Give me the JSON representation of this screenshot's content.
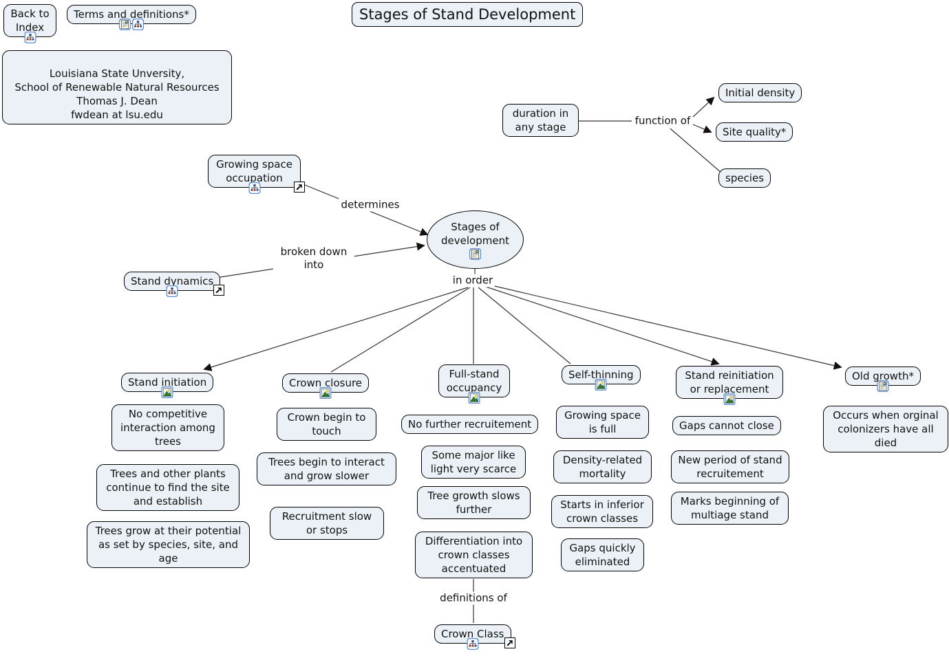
{
  "page": {
    "background": "#ffffff",
    "node_fill": "#ebf1f6",
    "line_color": "#333333",
    "title": "Stages of Stand Development"
  },
  "nodes": {
    "back_to_index": {
      "label": "Back to Index"
    },
    "terms_definitions": {
      "label": "Terms and definitions*"
    },
    "lsu_info": {
      "label": "Louisiana State Unversity,\nSchool of Renewable Natural Resources\nThomas J. Dean\nfwdean at lsu.edu"
    },
    "duration": {
      "label": "duration in any stage"
    },
    "initial_density": {
      "label": "Initial density"
    },
    "site_quality": {
      "label": "Site quality*"
    },
    "species": {
      "label": "species"
    },
    "growing_space": {
      "label": "Growing space occupation"
    },
    "stand_dynamics": {
      "label": "Stand dynamics"
    },
    "stages_of_development": {
      "label": "Stages of development"
    },
    "stand_initiation": {
      "label": "Stand initiation"
    },
    "si_1": {
      "label": "No competitive interaction among trees"
    },
    "si_2": {
      "label": "Trees and other plants continue to find the site and establish"
    },
    "si_3": {
      "label": "Trees grow at their potential as set by species, site, and age"
    },
    "crown_closure": {
      "label": "Crown closure"
    },
    "cc_1": {
      "label": "Crown begin to touch"
    },
    "cc_2": {
      "label": "Trees begin to interact and grow slower"
    },
    "cc_3": {
      "label": "Recruitment slow or stops"
    },
    "full_stand": {
      "label": "Full-stand occupancy"
    },
    "fs_1": {
      "label": "No further recruitement"
    },
    "fs_2": {
      "label": "Some major like light very scarce"
    },
    "fs_3": {
      "label": "Tree growth slows further"
    },
    "fs_4": {
      "label": "Differentiation into crown classes accentuated"
    },
    "self_thinning": {
      "label": "Self-thinning"
    },
    "st_1": {
      "label": "Growing space is full"
    },
    "st_2": {
      "label": "Density-related mortality"
    },
    "st_3": {
      "label": "Starts in inferior crown classes"
    },
    "st_4": {
      "label": "Gaps quickly eliminated"
    },
    "stand_reinitiation": {
      "label": "Stand reinitiation or replacement"
    },
    "sr_1": {
      "label": "Gaps cannot close"
    },
    "sr_2": {
      "label": "New period of stand recruitement"
    },
    "sr_3": {
      "label": "Marks beginning of multiage stand"
    },
    "old_growth": {
      "label": "Old growth*"
    },
    "og_1": {
      "label": "Occurs when orginal colonizers have all died"
    },
    "crown_class": {
      "label": "Crown Class"
    }
  },
  "link_labels": {
    "function_of": "function of",
    "determines": "determines",
    "broken_down_into": "broken down into",
    "in_order": "in order",
    "definitions_of": "definitions of"
  },
  "icon_legend": {
    "concept_map": "linked concept map resource",
    "document": "linked document resource",
    "image": "linked image resource",
    "external_link": "jump to linked resource"
  }
}
